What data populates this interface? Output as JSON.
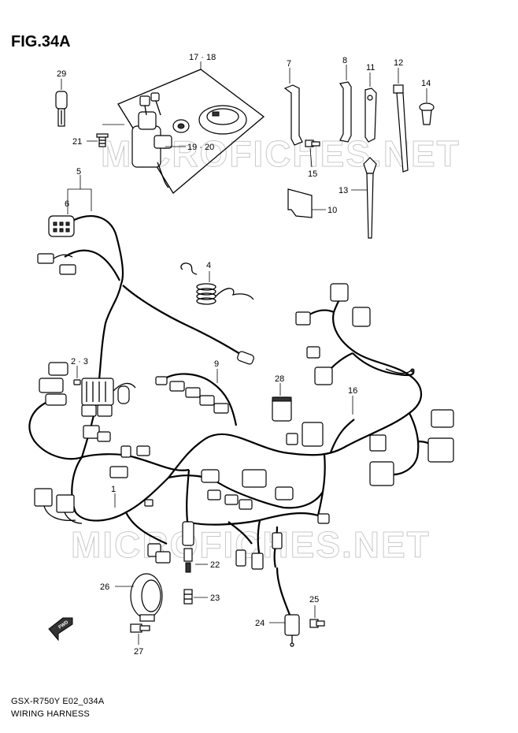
{
  "figure": {
    "title": "FIG.34A"
  },
  "footer": {
    "model_code": "GSX-R750Y E02_034A",
    "section_name": "WIRING HARNESS"
  },
  "watermark": "MICROFICHES.NET",
  "fwd_label": "FWD",
  "callouts": {
    "c1": "1",
    "c2_3": "2 · 3",
    "c4": "4",
    "c5": "5",
    "c6": "6",
    "c7": "7",
    "c8": "8",
    "c9": "9",
    "c10": "10",
    "c11": "11",
    "c12": "12",
    "c13": "13",
    "c14": "14",
    "c15": "15",
    "c16": "16",
    "c17_18": "17 · 18",
    "c19_20": "19 · 20",
    "c21": "21",
    "c22": "22",
    "c23": "23",
    "c24": "24",
    "c25": "25",
    "c26": "26",
    "c27": "27",
    "c28": "28",
    "c29": "29"
  }
}
